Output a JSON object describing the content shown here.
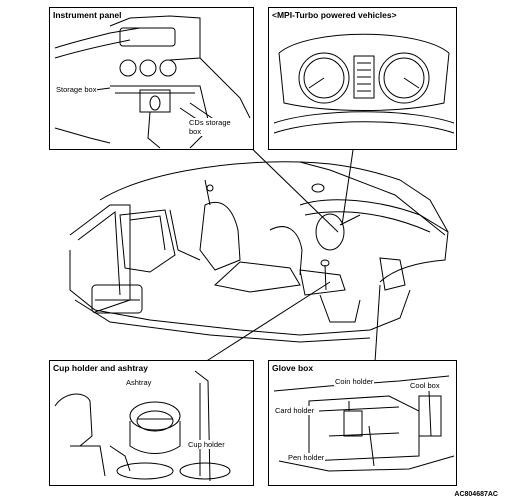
{
  "panels": {
    "instrument_panel": {
      "title": "Instrument panel",
      "labels": {
        "storage_box": "Storage box",
        "cds_storage_box_line1": "CDs storage",
        "cds_storage_box_line2": "box"
      }
    },
    "mpi_turbo": {
      "title": "<MPI-Turbo powered vehicles>"
    },
    "cup_holder": {
      "title": "Cup holder and ashtray",
      "labels": {
        "ashtray": "Ashtray",
        "cup_holder": "Cup holder"
      }
    },
    "glove_box": {
      "title": "Glove box",
      "labels": {
        "coin_holder": "Coin holder",
        "cool_box": "Cool box",
        "card_holder": "Card holder",
        "pen_holder": "Pen holder"
      }
    }
  },
  "figure_code": "AC804687AC"
}
